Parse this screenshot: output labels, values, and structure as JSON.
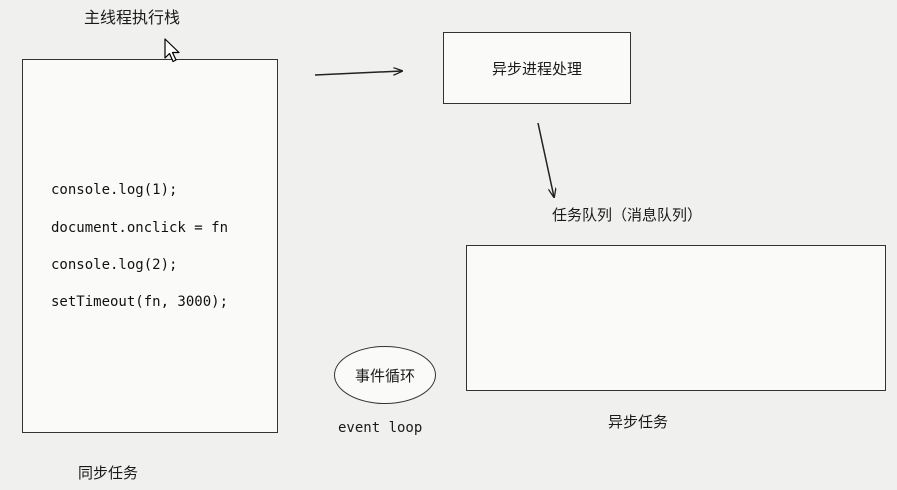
{
  "main_stack": {
    "title": "主线程执行栈",
    "code_lines": [
      "console.log(1);",
      "document.onclick = fn",
      "console.log(2);",
      "setTimeout(fn, 3000);"
    ],
    "label": "同步任务"
  },
  "async_process": {
    "label": "异步进程处理"
  },
  "task_queue": {
    "label": "任务队列（消息队列）",
    "caption": "异步任务"
  },
  "event_loop": {
    "label": "事件循环",
    "caption": "event loop"
  },
  "icons": {
    "cursor": "mouse-pointer-icon"
  }
}
